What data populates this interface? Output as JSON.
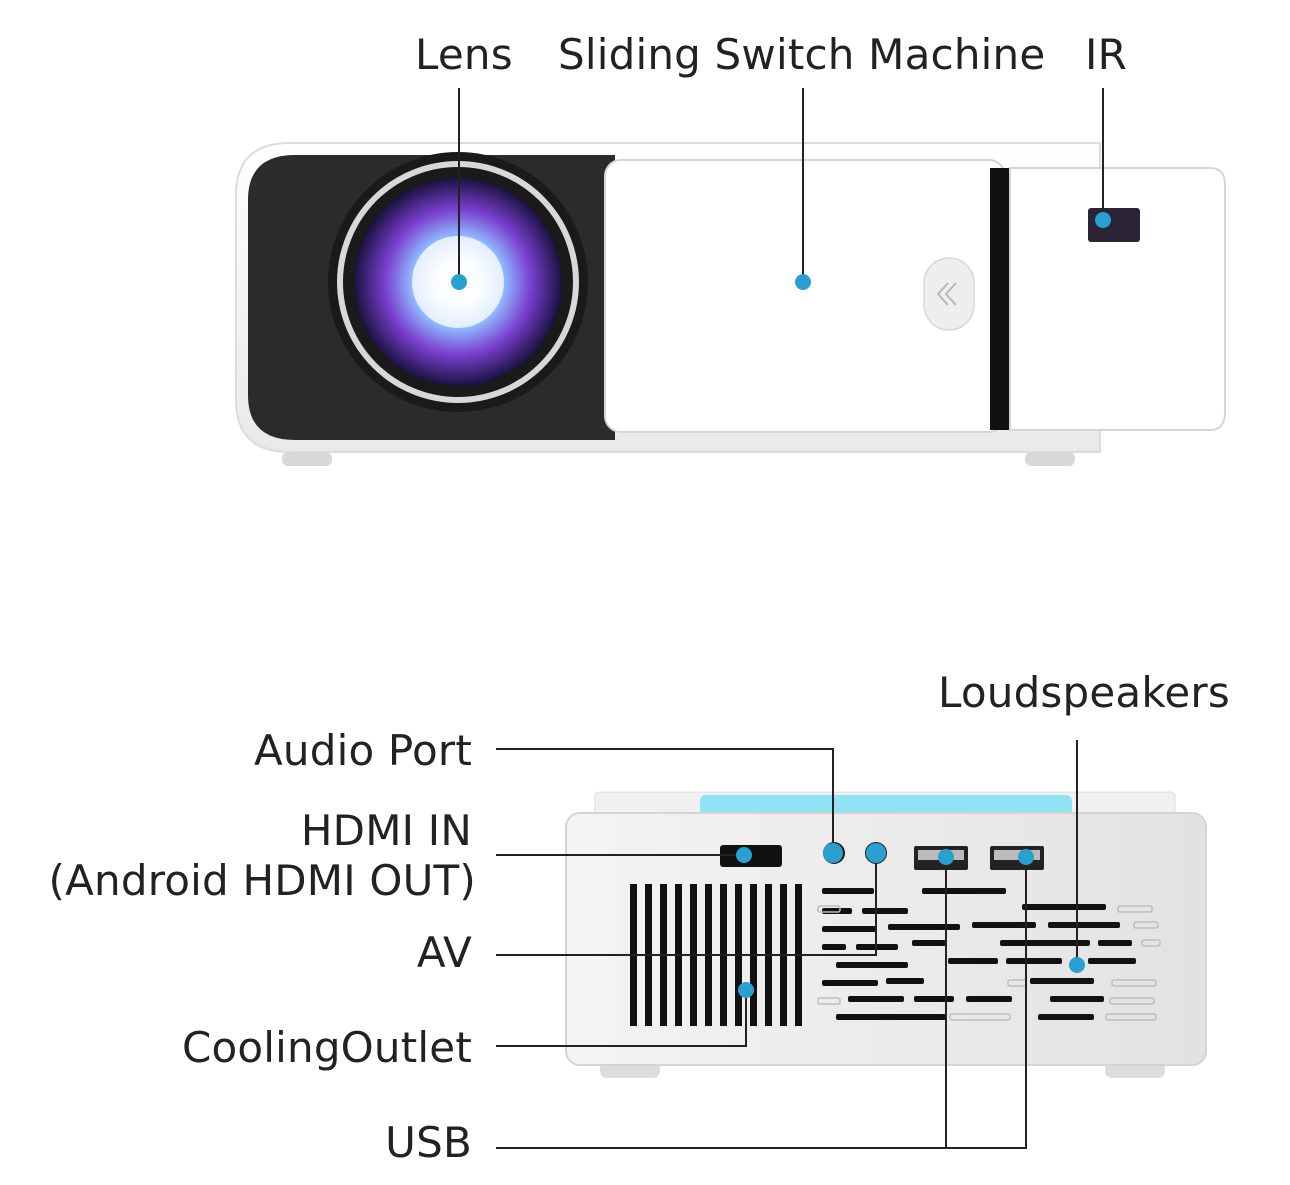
{
  "labels": {
    "lens": "Lens",
    "sliding_switch": "Sliding Switch Machine",
    "ir": "IR",
    "loudspeakers": "Loudspeakers",
    "audio_port": "Audio Port",
    "hdmi_in": "HDMI IN",
    "android_hdmi_out": "(Android HDMI OUT)",
    "av": "AV",
    "cooling_outlet": "CoolingOutlet",
    "usb": "USB"
  },
  "colors": {
    "marker": "#2a9fd0",
    "leader_line": "#222222",
    "body": "#f6f6f6",
    "lens_panel": "#2b2b2b",
    "top_glow": "#7fe0f4"
  }
}
